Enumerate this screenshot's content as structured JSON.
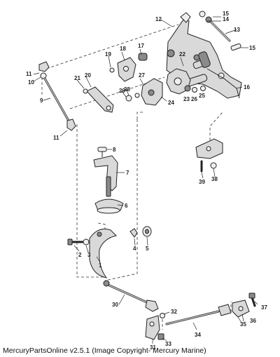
{
  "diagram": {
    "part_numbers": [
      "1",
      "2",
      "3",
      "4",
      "5",
      "6",
      "7",
      "8",
      "9",
      "10",
      "11",
      "11",
      "12",
      "13",
      "14",
      "15",
      "15",
      "16",
      "17",
      "18",
      "19",
      "20",
      "21",
      "22",
      "23",
      "24",
      "25",
      "26",
      "27",
      "28",
      "29",
      "30",
      "31",
      "32",
      "33",
      "34",
      "35",
      "36",
      "37",
      "38",
      "39"
    ]
  },
  "footer": {
    "caption": "MercuryPartsOnline v2.5.1 (Image Copyright- Mercury Marine)"
  }
}
